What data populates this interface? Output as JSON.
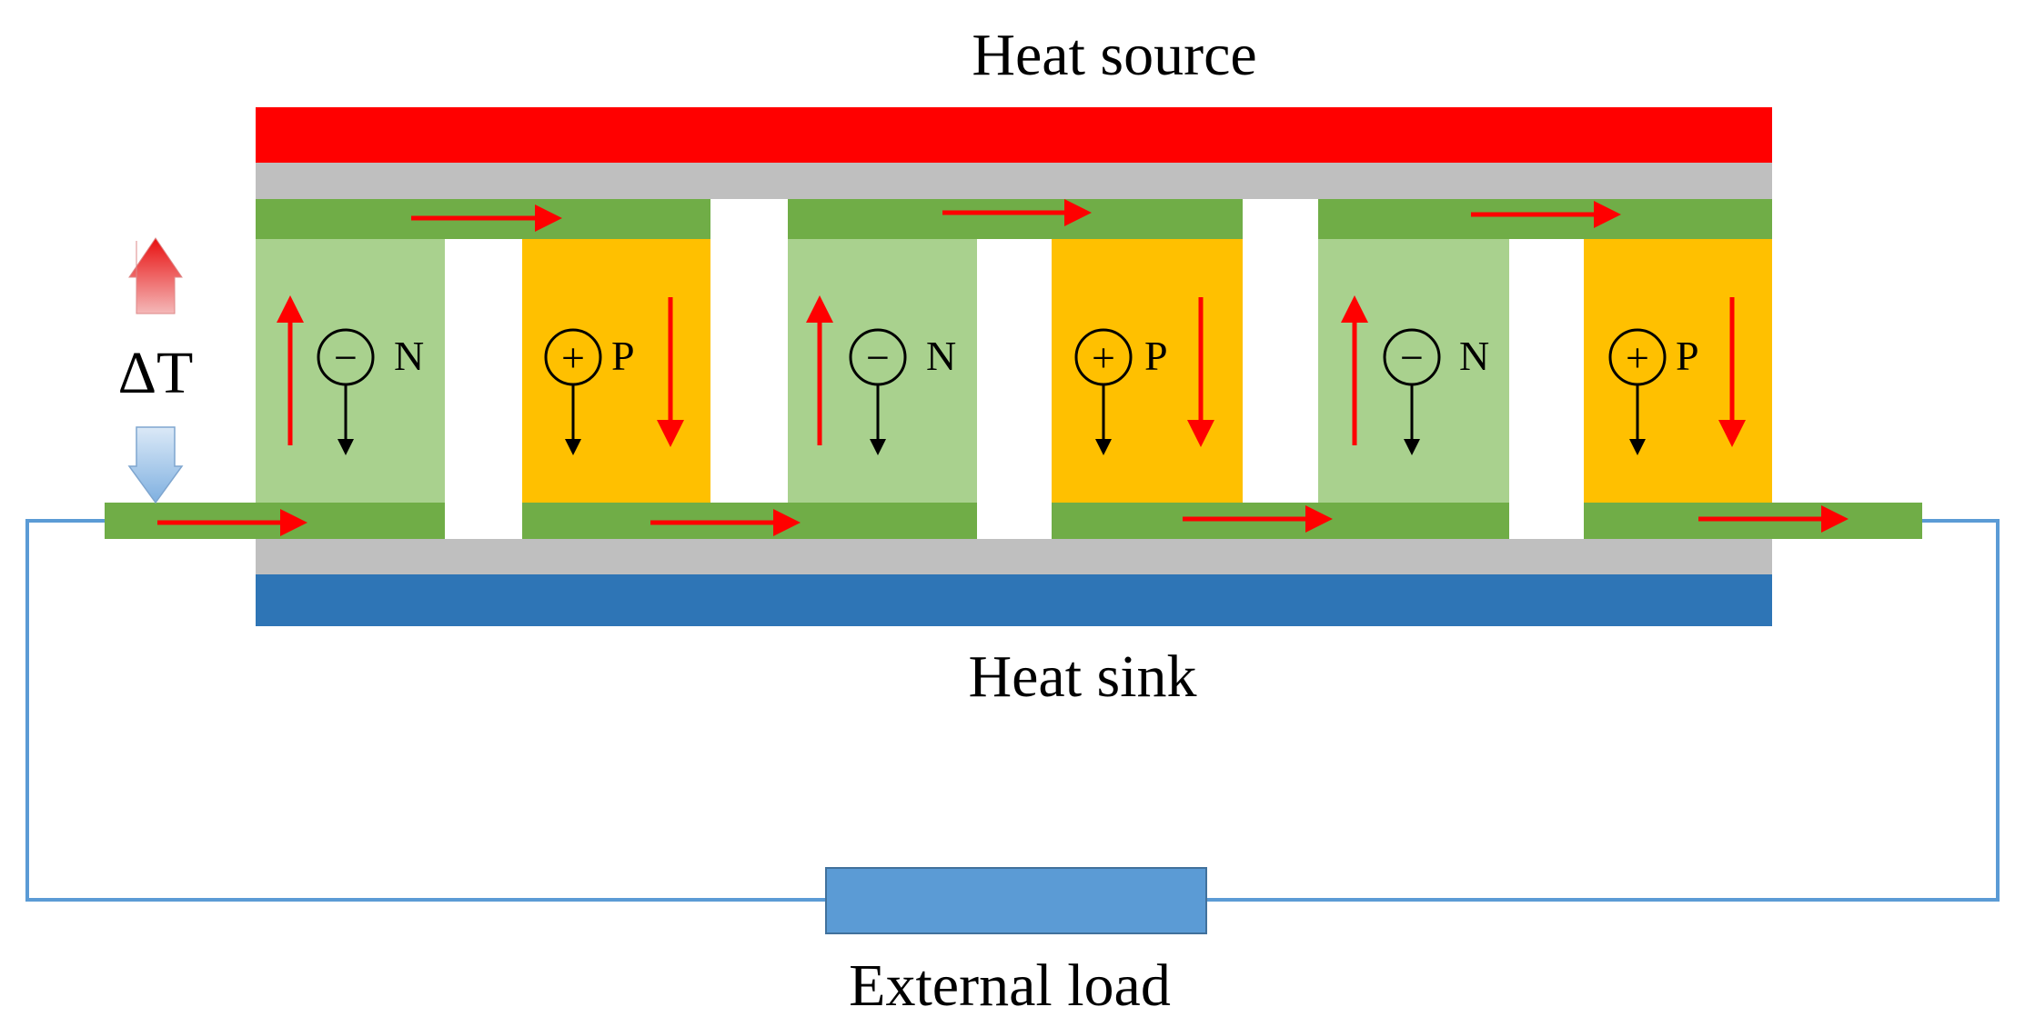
{
  "labels": {
    "heat_source": "Heat source",
    "heat_sink": "Heat sink",
    "external_load": "External load",
    "delta_t": "ΔT"
  },
  "legs": [
    {
      "type": "N",
      "charge": "−"
    },
    {
      "type": "P",
      "charge": "+"
    },
    {
      "type": "N",
      "charge": "−"
    },
    {
      "type": "P",
      "charge": "+"
    },
    {
      "type": "N",
      "charge": "−"
    },
    {
      "type": "P",
      "charge": "+"
    }
  ],
  "colors": {
    "heat_source": "#ff0000",
    "heat_sink": "#2e75b6",
    "ceramic": "#bfbfbf",
    "electrode": "#70ad47",
    "n_type": "#a9d18e",
    "p_type": "#ffc000",
    "current_arrow": "#ff0000",
    "carrier_arrow": "#000000",
    "wire": "#5b9bd5",
    "load": "#5b9bd5"
  }
}
